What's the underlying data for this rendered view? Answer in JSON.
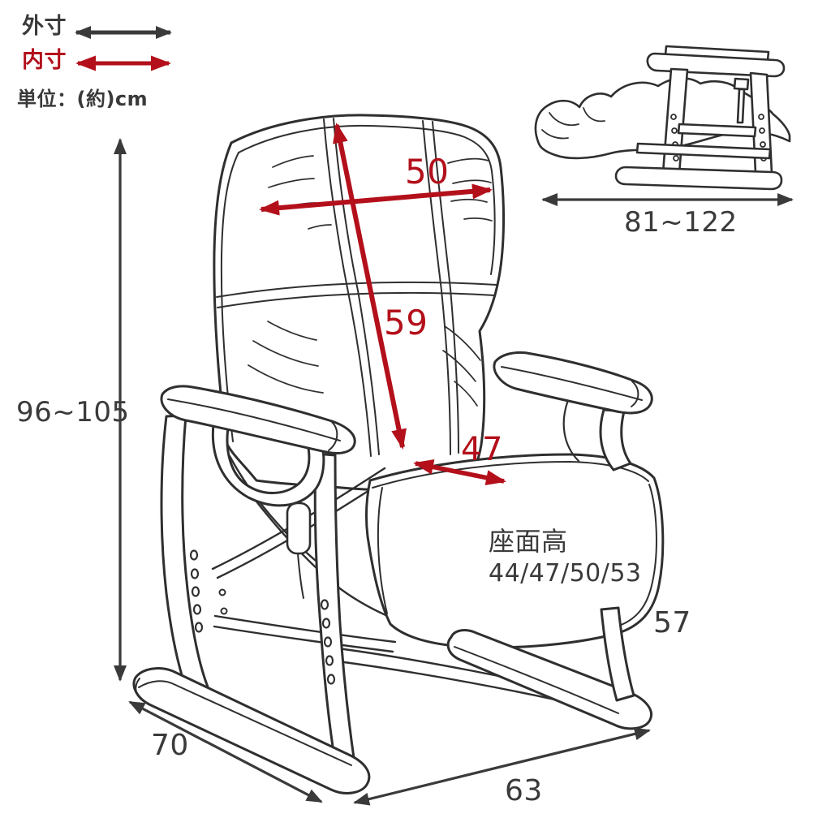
{
  "title": "chair-dimension-diagram",
  "colors": {
    "outer_dimension_arrow": "#3a3a3a",
    "inner_dimension_arrow": "#b3101b",
    "line_art": "#2f2f2f",
    "background": "#ffffff"
  },
  "legend": {
    "outer_label": "外寸",
    "inner_label": "内寸",
    "unit_label": "単位：(約)cm"
  },
  "main_view": {
    "height": "96~105",
    "back_width": "50",
    "back_length": "59",
    "seat_width": "47",
    "seat_height_label": "座面高",
    "seat_height_values": "44/47/50/53",
    "seat_depth": "57",
    "base_depth": "70",
    "base_width": "63"
  },
  "side_view": {
    "recline_length": "81~122"
  }
}
